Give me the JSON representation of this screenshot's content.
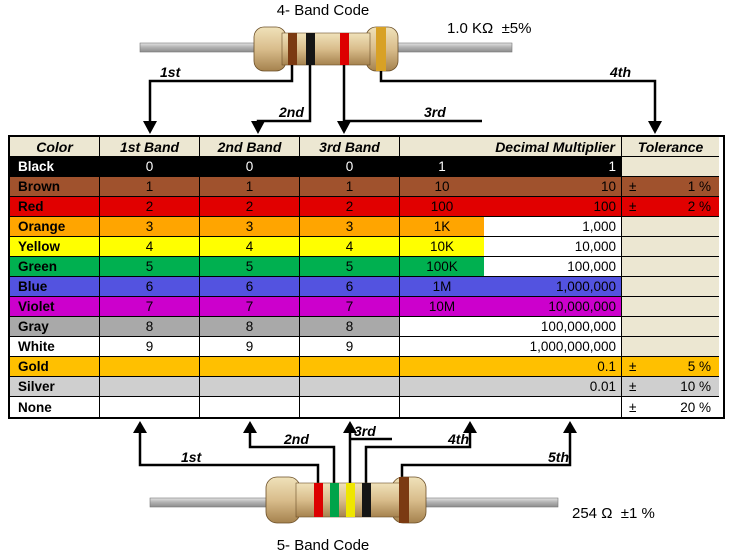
{
  "colors": {
    "beige": "#ece7d2",
    "table_border": "#000000",
    "band_palette": {
      "brown": "#7b3a12",
      "black": "#151515",
      "red": "#dd0000",
      "gold": "#d8a125",
      "green": "#00a44a",
      "yellow": "#efe600"
    }
  },
  "top": {
    "title": "4- Band Code",
    "value_label": "1.0 KΩ  ±5%",
    "arrow_labels": [
      "1st",
      "2nd",
      "3rd",
      "4th"
    ],
    "resistor_bands": [
      "brown",
      "black",
      "red",
      "gold"
    ]
  },
  "bottom": {
    "title": "5- Band Code",
    "value_label": "254 Ω  ±1 %",
    "arrow_labels": [
      "1st",
      "2nd",
      "3rd",
      "4th",
      "5th"
    ],
    "resistor_bands": [
      "red",
      "green",
      "yellow",
      "black",
      "brown"
    ]
  },
  "table": {
    "headers": [
      "Color",
      "1st Band",
      "2nd Band",
      "3rd Band",
      "Decimal Multiplier",
      "Tolerance"
    ],
    "rows": [
      {
        "name": "Black",
        "color": "#000000",
        "text": "#ffffff",
        "bands": [
          "0",
          "0",
          "0"
        ],
        "mult_short": "1",
        "mult_full": "1",
        "mult_style": "full",
        "tol_sign": "",
        "tol_val": "",
        "tol_bg": "beige"
      },
      {
        "name": "Brown",
        "color": "#a0522d",
        "text": "#000000",
        "bands": [
          "1",
          "1",
          "1"
        ],
        "mult_short": "10",
        "mult_full": "10",
        "mult_style": "full",
        "tol_sign": "±",
        "tol_val": "1 %",
        "tol_bg": "row"
      },
      {
        "name": "Red",
        "color": "#e10000",
        "text": "#000000",
        "bands": [
          "2",
          "2",
          "2"
        ],
        "mult_short": "100",
        "mult_full": "100",
        "mult_style": "full",
        "tol_sign": "±",
        "tol_val": "2 %",
        "tol_bg": "row"
      },
      {
        "name": "Orange",
        "color": "#ffa500",
        "text": "#000000",
        "bands": [
          "3",
          "3",
          "3"
        ],
        "mult_short": "1K",
        "mult_full": "1,000",
        "mult_style": "partial",
        "tol_sign": "",
        "tol_val": "",
        "tol_bg": "beige"
      },
      {
        "name": "Yellow",
        "color": "#ffff00",
        "text": "#000000",
        "bands": [
          "4",
          "4",
          "4"
        ],
        "mult_short": "10K",
        "mult_full": "10,000",
        "mult_style": "partial",
        "tol_sign": "",
        "tol_val": "",
        "tol_bg": "beige"
      },
      {
        "name": "Green",
        "color": "#00b050",
        "text": "#000000",
        "bands": [
          "5",
          "5",
          "5"
        ],
        "mult_short": "100K",
        "mult_full": "100,000",
        "mult_style": "partial",
        "tol_sign": "",
        "tol_val": "",
        "tol_bg": "beige"
      },
      {
        "name": "Blue",
        "color": "#5353e0",
        "text": "#000000",
        "bands": [
          "6",
          "6",
          "6"
        ],
        "mult_short": "1M",
        "mult_full": "1,000,000",
        "mult_style": "full",
        "tol_sign": "",
        "tol_val": "",
        "tol_bg": "beige"
      },
      {
        "name": "Violet",
        "color": "#cc00cc",
        "text": "#000000",
        "bands": [
          "7",
          "7",
          "7"
        ],
        "mult_short": "10M",
        "mult_full": "10,000,000",
        "mult_style": "full",
        "tol_sign": "",
        "tol_val": "",
        "tol_bg": "beige"
      },
      {
        "name": "Gray",
        "color": "#a9a9a9",
        "text": "#000000",
        "bands": [
          "8",
          "8",
          "8"
        ],
        "mult_short": "",
        "mult_full": "100,000,000",
        "mult_style": "none",
        "tol_sign": "",
        "tol_val": "",
        "tol_bg": "beige"
      },
      {
        "name": "White",
        "color": "#ffffff",
        "text": "#000000",
        "bands": [
          "9",
          "9",
          "9"
        ],
        "mult_short": "",
        "mult_full": "1,000,000,000",
        "mult_style": "none",
        "tol_sign": "",
        "tol_val": "",
        "tol_bg": "beige"
      },
      {
        "name": "Gold",
        "color": "#ffc000",
        "text": "#000000",
        "bands": [
          "",
          "",
          ""
        ],
        "mult_short": "",
        "mult_full": "0.1",
        "mult_style": "full",
        "tol_sign": "±",
        "tol_val": "5 %",
        "tol_bg": "row"
      },
      {
        "name": "Silver",
        "color": "#cfcfcf",
        "text": "#000000",
        "bands": [
          "",
          "",
          ""
        ],
        "mult_short": "",
        "mult_full": "0.01",
        "mult_style": "full",
        "tol_sign": "±",
        "tol_val": "10 %",
        "tol_bg": "row"
      },
      {
        "name": "None",
        "color": "#ffffff",
        "text": "#000000",
        "bands": [
          "",
          "",
          ""
        ],
        "mult_short": "",
        "mult_full": "",
        "mult_style": "none",
        "tol_sign": "±",
        "tol_val": "20 %",
        "tol_bg": "white"
      }
    ]
  }
}
